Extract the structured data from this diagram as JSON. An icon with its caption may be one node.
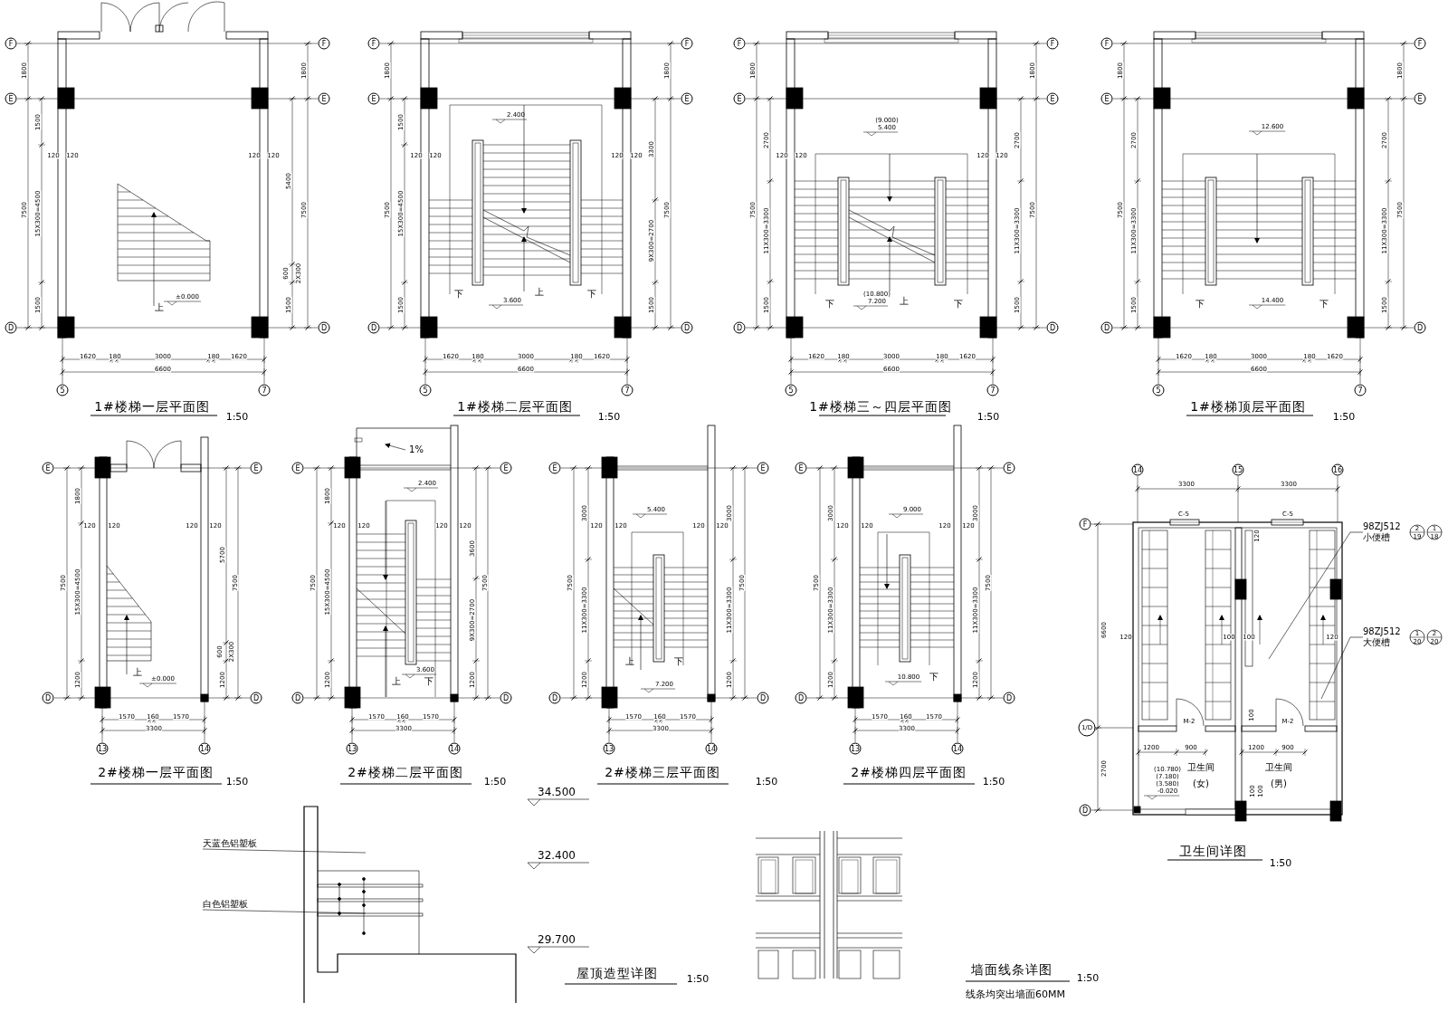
{
  "diagram": {
    "nodes": [
      {
        "text": [
          "天蓝色铝塑板"
        ]
      },
      {
        "text": [
          "白色铝塑板"
        ]
      },
      {
        "text": [
          "98ZJ512",
          "小便槽"
        ]
      },
      {
        "text": [
          "98ZJ512",
          "大便槽"
        ]
      }
    ],
    "edges": [
      {
        "from": 0,
        "to": null,
        "arrow": "none"
      },
      {
        "from": 1,
        "to": null,
        "arrow": "none"
      },
      {
        "from": 2,
        "to": null,
        "arrow": "none"
      },
      {
        "from": 3,
        "to": null,
        "arrow": "none"
      }
    ],
    "labels": [
      "F",
      "F",
      "E",
      "E",
      "D",
      "D",
      "1800",
      "7500",
      "1500",
      "15X300=4500",
      "1500",
      "120",
      "120",
      "120",
      "120",
      "1800",
      "7500",
      "5400",
      "600",
      "2X300",
      "1500",
      "±0.000",
      "上",
      "1620",
      "180",
      "3000",
      "180",
      "1620",
      "6600",
      "5",
      "7",
      "1#楼梯一层平面图",
      "1:50",
      "F",
      "F",
      "E",
      "E",
      "D",
      "D",
      "1800",
      "7500",
      "1500",
      "15X300=4500",
      "1500",
      "120",
      "120",
      "120",
      "120",
      "1800",
      "7500",
      "3300",
      "9X300=2700",
      "1500",
      "2.400",
      "下",
      "上",
      "下",
      "3.600",
      "1620",
      "180",
      "3000",
      "180",
      "1620",
      "6600",
      "5",
      "7",
      "1#楼梯二层平面图",
      "1:50",
      "F",
      "F",
      "E",
      "E",
      "D",
      "D",
      "1800",
      "7500",
      "2700",
      "11X300=3300",
      "1500",
      "120",
      "120",
      "120",
      "120",
      "1800",
      "7500",
      "2700",
      "11X300=3300",
      "1500",
      "(9.000)",
      "5.400",
      "下",
      "(10.800)",
      "7.200",
      "上",
      "下",
      "1620",
      "180",
      "3000",
      "180",
      "1620",
      "6600",
      "5",
      "7",
      "1#楼梯三～四层平面图",
      "1:50",
      "F",
      "F",
      "E",
      "E",
      "D",
      "D",
      "1800",
      "7500",
      "2700",
      "11X300=3300",
      "1500",
      "1800",
      "7500",
      "2700",
      "11X300=3300",
      "1500",
      "12.600",
      "下",
      "14.400",
      "下",
      "1620",
      "180",
      "3000",
      "180",
      "1620",
      "6600",
      "5",
      "7",
      "1#楼梯顶层平面图",
      "1:50",
      "E",
      "E",
      "D",
      "D",
      "7500",
      "1800",
      "15X300=4500",
      "1200",
      "120",
      "120",
      "120",
      "120",
      "7500",
      "5700",
      "600",
      "2X300",
      "1200",
      "上",
      "±0.000",
      "1570",
      "160",
      "1570",
      "3300",
      "13",
      "14",
      "2#楼梯一层平面图",
      "1:50",
      "E",
      "E",
      "D",
      "D",
      "7500",
      "1800",
      "15X300=4500",
      "1200",
      "120",
      "120",
      "120",
      "120",
      "7500",
      "3600",
      "9X300=2700",
      "1200",
      "1%",
      "2.400",
      "3.600",
      "上",
      "下",
      "1570",
      "160",
      "1570",
      "3300",
      "13",
      "14",
      "2#楼梯二层平面图",
      "1:50",
      "E",
      "E",
      "D",
      "D",
      "7500",
      "3000",
      "11X300=3300",
      "1200",
      "120",
      "120",
      "120",
      "120",
      "7500",
      "3000",
      "11X300=3300",
      "1200",
      "5.400",
      "上",
      "下",
      "7.200",
      "1570",
      "160",
      "1570",
      "3300",
      "13",
      "14",
      "2#楼梯三层平面图",
      "1:50",
      "E",
      "E",
      "D",
      "D",
      "7500",
      "3000",
      "11X300=3300",
      "1200",
      "120",
      "120",
      "120",
      "120",
      "7500",
      "3000",
      "11X300=3300",
      "1200",
      "9.000",
      "10.800",
      "下",
      "1570",
      "160",
      "1570",
      "3300",
      "13",
      "14",
      "2#楼梯四层平面图",
      "1:50",
      "14",
      "15",
      "16",
      "3300",
      "3300",
      "C-5",
      "C-5",
      "F",
      "120",
      "2",
      "19",
      "1",
      "18",
      "6600",
      "120",
      "100",
      "100",
      "120",
      "1",
      "20",
      "2",
      "20",
      "100",
      "M-2",
      "M-2",
      "1/D",
      "1200",
      "900",
      "1200",
      "900",
      "2700",
      "卫生间",
      "卫生间",
      "(10.780)",
      "(7.180)",
      "(3.580)",
      "-0.020",
      "(女)",
      "(男)",
      "100",
      "100",
      "D",
      "卫生间详图",
      "1:50",
      "34.500",
      "32.400",
      "29.700",
      "屋顶造型详图",
      "1:50",
      "墙面线条详图",
      "1:50",
      "线条均突出墙面60MM"
    ]
  }
}
